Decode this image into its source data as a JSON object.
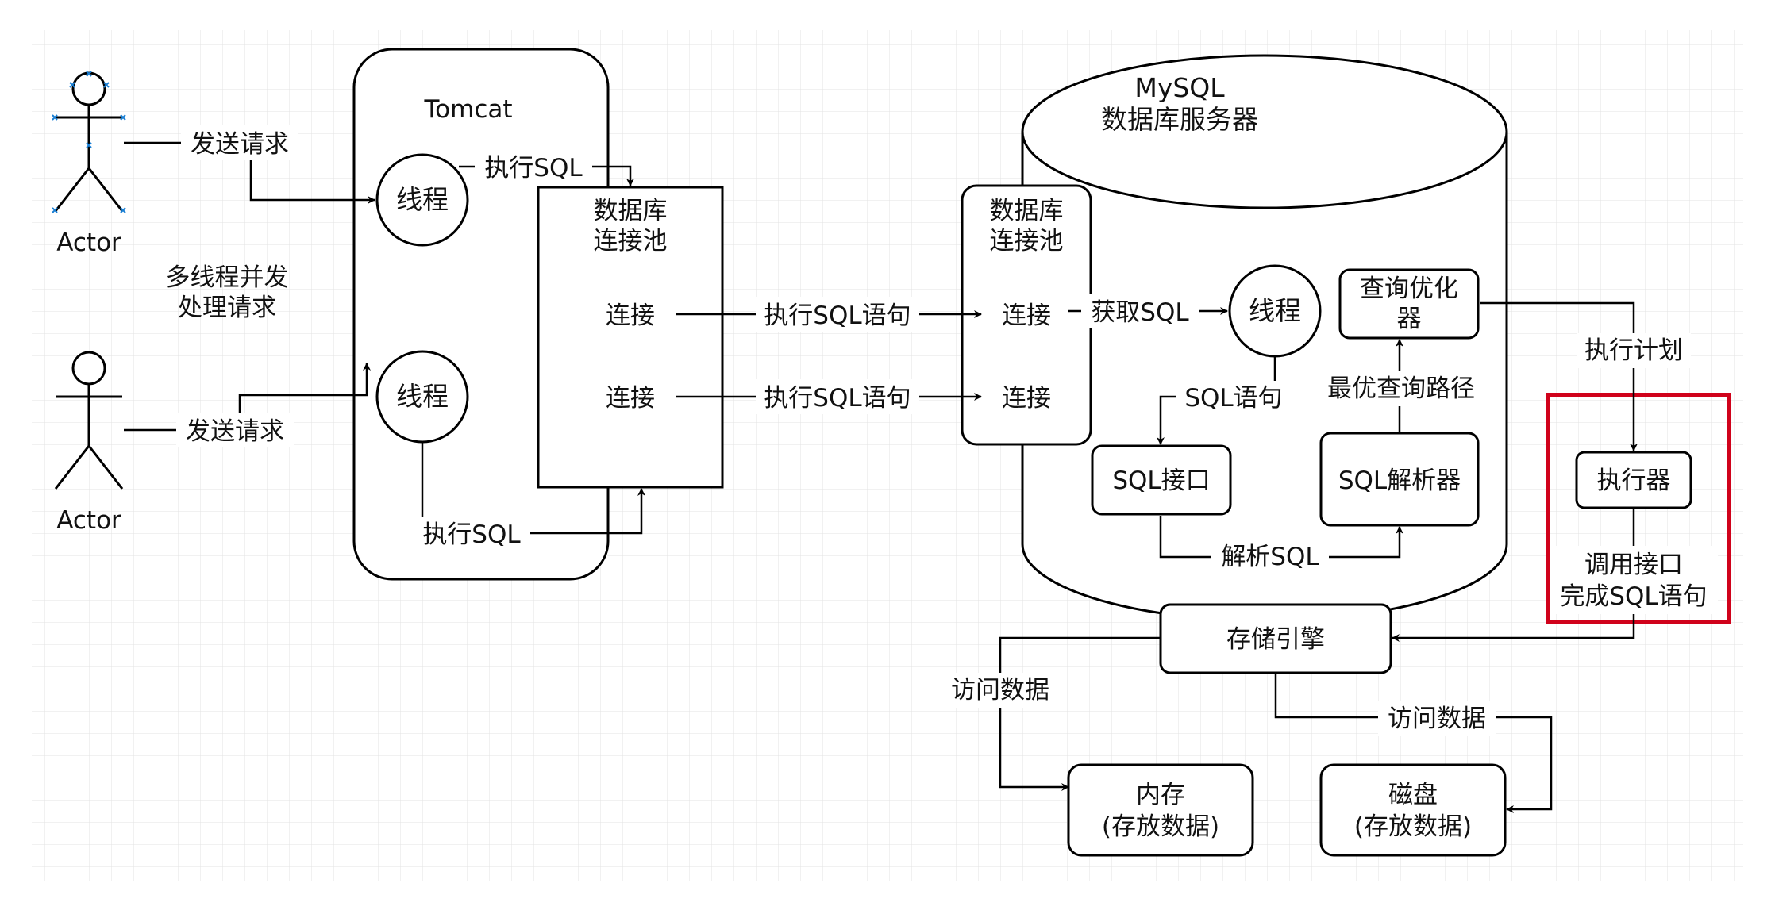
{
  "diagram": {
    "colors": {
      "stroke": "#000000",
      "grid": "#e3e3e3",
      "highlight": "#d0021b",
      "actor_marker": "#1a7fd4",
      "background": "#ffffff"
    },
    "actors": [
      {
        "label": "Actor"
      },
      {
        "label": "Actor"
      }
    ],
    "tomcat": {
      "title": "Tomcat",
      "thread_top": "线程",
      "thread_bottom": "线程",
      "pool_label_line1": "数据库",
      "pool_label_line2": "连接池",
      "conn_top": "连接",
      "conn_bottom": "连接"
    },
    "mysql": {
      "title_line1": "MySQL",
      "title_line2": "数据库服务器",
      "pool_label_line1": "数据库",
      "pool_label_line2": "连接池",
      "conn_top": "连接",
      "conn_bottom": "连接",
      "thread": "线程",
      "optimizer_line1": "查询优化",
      "optimizer_line2": "器",
      "sql_interface": "SQL接口",
      "sql_parser": "SQL解析器",
      "executor": "执行器",
      "storage_engine": "存储引擎"
    },
    "storage": {
      "memory_line1": "内存",
      "memory_line2": "(存放数据)",
      "disk_line1": "磁盘",
      "disk_line2": "(存放数据)"
    },
    "edge_labels": {
      "send_request_top": "发送请求",
      "send_request_bottom": "发送请求",
      "multithread_line1": "多线程并发",
      "multithread_line2": "处理请求",
      "exec_sql_top": "执行SQL",
      "exec_sql_bottom": "执行SQL",
      "exec_sql_stmt_top": "执行SQL语句",
      "exec_sql_stmt_bottom": "执行SQL语句",
      "get_sql": "获取SQL",
      "sql_stmt": "SQL语句",
      "optimal_path": "最优查询路径",
      "parse_sql": "解析SQL",
      "exec_plan": "执行计划",
      "call_iface_line1": "调用接口",
      "call_iface_line2": "完成SQL语句",
      "access_data_left": "访问数据",
      "access_data_right": "访问数据"
    }
  }
}
